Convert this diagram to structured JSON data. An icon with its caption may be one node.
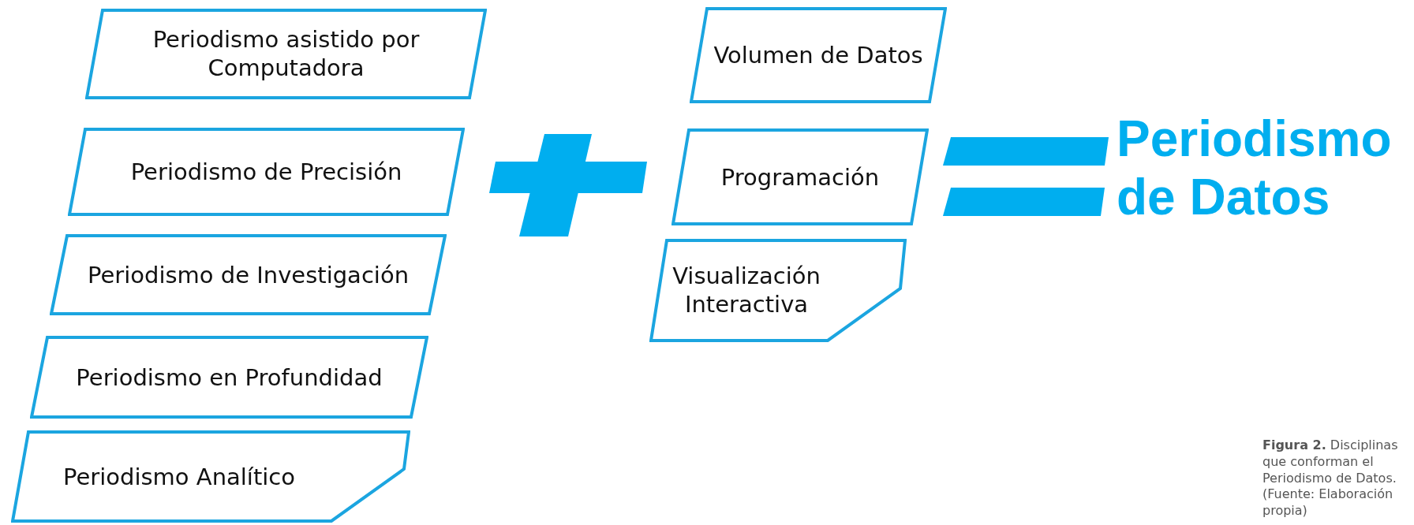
{
  "diagram": {
    "caption": "**Figura 2.** Disciplinas que conforman el Periodismo de Datos. (Fuente: Elaboración propia)",
    "nodes": [
      {
        "text": [
          "Periodismo asistido por Computadora"
        ]
      },
      {
        "text": [
          "Periodismo de Precisión"
        ]
      },
      {
        "text": [
          "Periodismo de Investigación"
        ]
      },
      {
        "text": [
          "Periodismo en Profundidad"
        ]
      },
      {
        "text": [
          "Periodismo Analítico"
        ]
      },
      {
        "text": [
          "Volumen de Datos"
        ]
      },
      {
        "text": [
          "Programación"
        ]
      },
      {
        "text": [
          "Visualización Interactiva"
        ]
      }
    ],
    "labels": [
      "Periodismo de Datos"
    ]
  }
}
